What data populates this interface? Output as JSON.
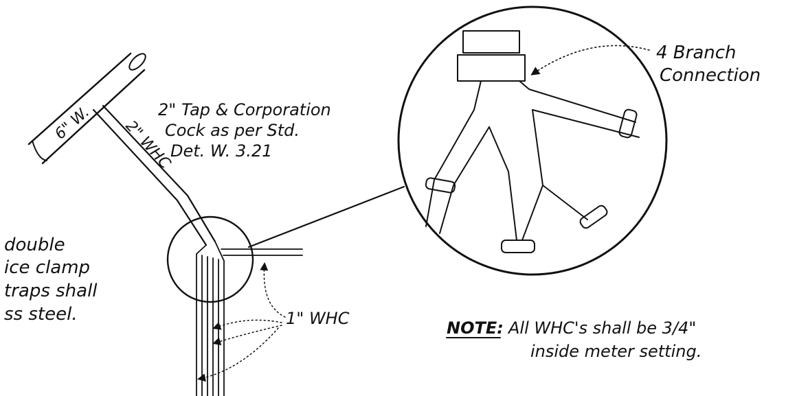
{
  "labels": {
    "main_line": "6\" W.",
    "service_line": "2\" WHC",
    "tap_line1": "2\" Tap & Corporation",
    "tap_line2": "Cock as per Std.",
    "tap_line3": "Det. W. 3.21",
    "branch_line1": "4 Branch",
    "branch_line2": "Connection",
    "left_line1": "double",
    "left_line2": "ice clamp",
    "left_line3": "traps shall",
    "left_line4": "ss steel.",
    "whc_label": "1\" WHC",
    "note_prefix": "NOTE:",
    "note_line1": "All WHC's shall be 3/4\"",
    "note_line2": "inside meter setting."
  }
}
